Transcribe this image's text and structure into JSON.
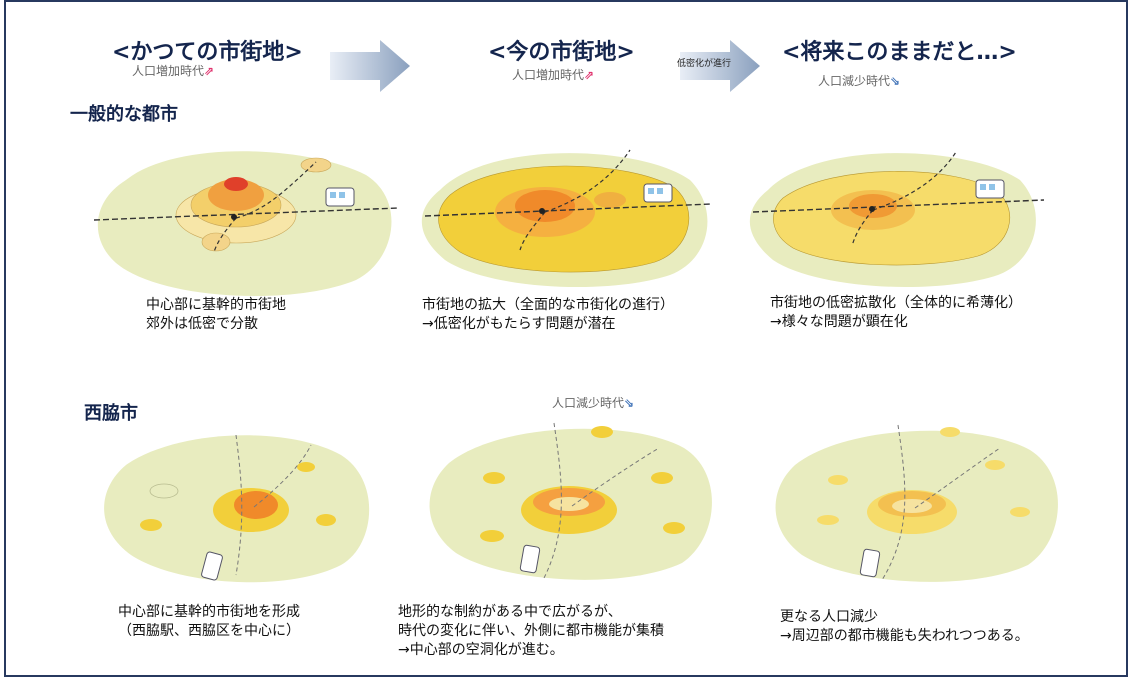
{
  "eras": [
    {
      "title": "<かつての市街地>",
      "sub": "人口増加時代"
    },
    {
      "title": "<今の市街地>",
      "sub": "人口増加時代"
    },
    {
      "title": "<将来このままだと…>",
      "sub": "人口減少時代"
    }
  ],
  "arrow_label": "低密化が進行",
  "sections": {
    "general": "一般的な都市",
    "nishiwaki": "西脇市"
  },
  "nishiwaki_mid_sub": "人口減少時代",
  "captions": {
    "general": [
      [
        "中心部に基幹的市街地",
        "郊外は低密で分散"
      ],
      [
        "市街地の拡大（全面的な市街化の進行）",
        "→低密化がもたらす問題が潜在"
      ],
      [
        "市街地の低密拡散化（全体的に希薄化）",
        "→様々な問題が顕在化"
      ]
    ],
    "nishiwaki": [
      [
        "中心部に基幹的市街地を形成",
        "（西脇駅、西脇区を中心に）"
      ],
      [
        "地形的な制約がある中で広がるが、",
        "時代の変化に伴い、外側に都市機能が集積",
        "→中心部の空洞化が進む。"
      ],
      [
        "更なる人口減少",
        "→周辺部の都市機能も失われつつある。"
      ]
    ]
  },
  "colors": {
    "land": "#e8ecbf",
    "urban_yellow": "#f2cf3a",
    "core_orange": "#f08a2a",
    "peak_red": "#e0402a",
    "title_navy": "#14254d",
    "arrow_up": "#e0336e",
    "arrow_down": "#3b6fb6"
  },
  "icons": {
    "increase": "double-arrow-up-right",
    "decrease": "double-arrow-down-right",
    "train": "train-icon"
  }
}
